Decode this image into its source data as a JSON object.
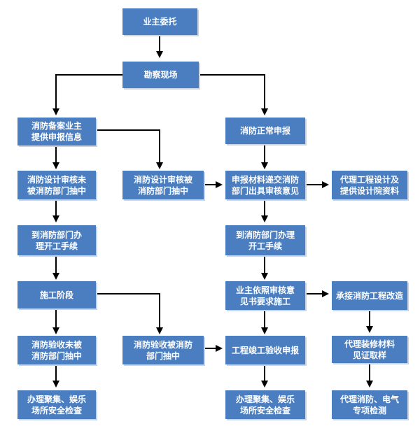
{
  "nodes": {
    "owner_commission": "业主委托",
    "site_survey": "勘察现场",
    "filing_info": "消防备案业主\n提供申报信息",
    "normal_declaration": "消防正常申报",
    "design_not_sampled": "消防设计审核未\n被消防部门抽中",
    "design_sampled": "消防设计审核被\n消防部门抽中",
    "submit_materials": "申报材料递交消防\n部门出具审核意见",
    "agent_design": "代理工程设计及\n提供设计院资料",
    "permit_left": "到消防部门办\n理开工手续",
    "permit_right": "到消防部门办理\n开工手续",
    "construction_stage": "施工阶段",
    "build_per_review": "业主依照审核意\n见书要求施工",
    "fire_renovation": "承接消防工程改造",
    "acceptance_not_sampled": "消防验收未被\n消防部门抽中",
    "acceptance_sampled": "消防验收被消防\n部门抽中",
    "completion_declaration": "工程竣工验收申报",
    "agent_materials": "代理装修材料\n见证取样",
    "safety_check_left": "办理聚集、娱乐\n场所安全检查",
    "safety_check_right": "办理聚集、娱乐\n场所安全检查",
    "special_testing": "代理消防、电气\n专项检测"
  },
  "colors": {
    "box_fill": "#4a7ec0",
    "box_text": "#ffffff",
    "arrow": "#000000"
  }
}
